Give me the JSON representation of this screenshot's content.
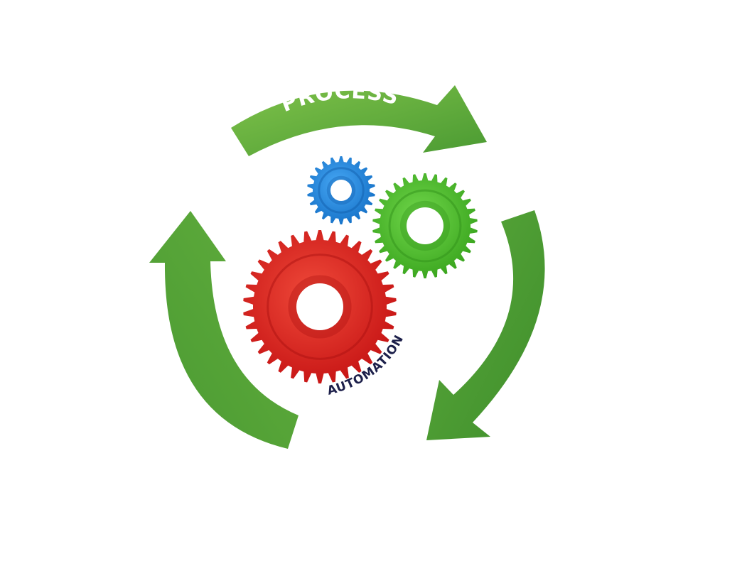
{
  "diagram": {
    "arrow_label": "PROCESS",
    "gear_label": "AUTOMATION"
  },
  "colors": {
    "arrow_light": "#86c94e",
    "arrow_dark": "#3f8f2c",
    "arrow_text": "#ffffff",
    "gear_red": "#e32222",
    "gear_green": "#4cc42a",
    "gear_blue": "#1e86e0",
    "label_navy": "#1c1f4a"
  },
  "icons": {
    "cycle": "cycle-arrows",
    "gears": [
      "large-red-gear",
      "medium-green-gear",
      "small-blue-gear"
    ]
  }
}
